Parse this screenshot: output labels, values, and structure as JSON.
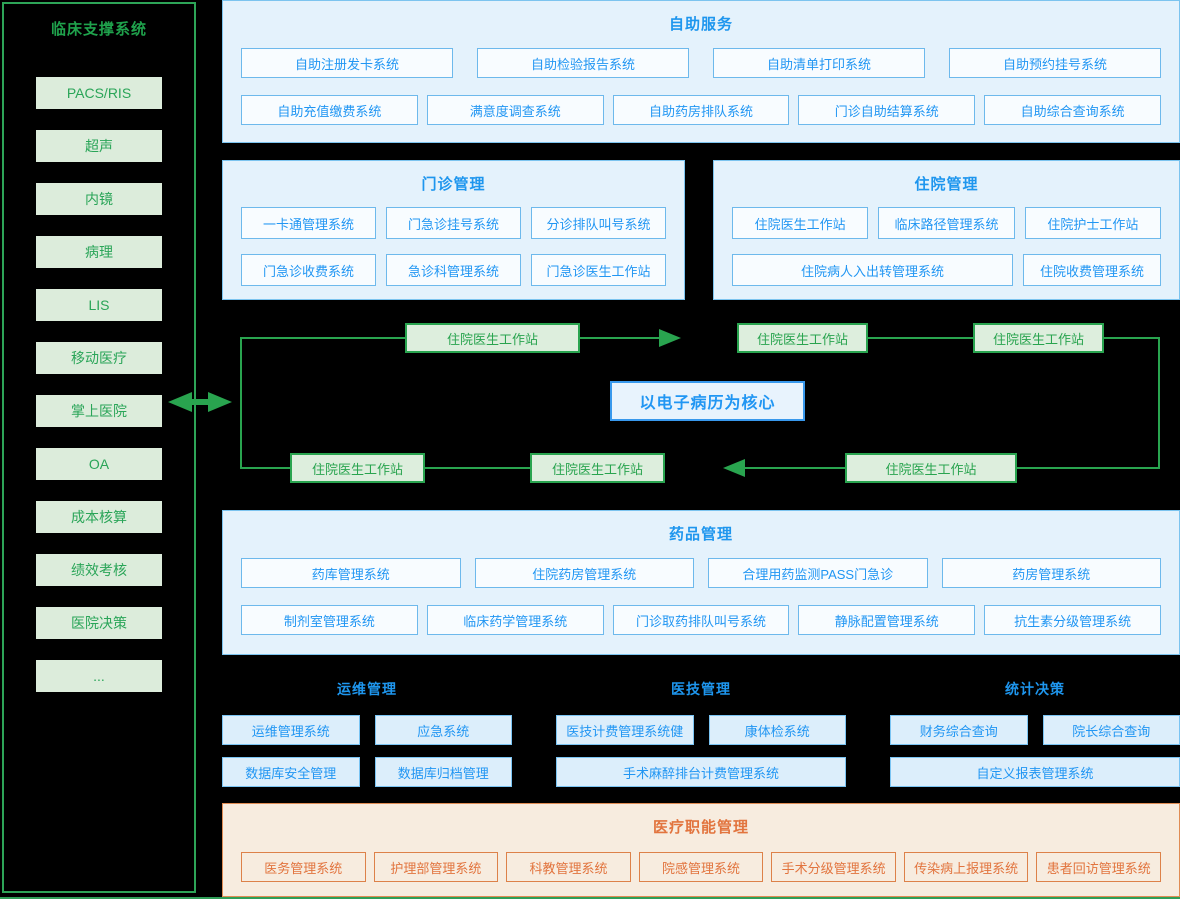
{
  "colors": {
    "background": "#000000",
    "green_accent": "#29a44f",
    "green_fill": "#dcecdb",
    "blue_accent": "#2196f3",
    "blue_section_fill": "#e4f2fc",
    "blue_section_border": "#7cc4ef",
    "blue_box_fill": "#f8fcff",
    "strip_box_fill": "#dceefb",
    "orange_accent": "#e2743e",
    "orange_fill": "#f7ecdf"
  },
  "sidebar": {
    "title": "临床支撑系统",
    "items": [
      "PACS/RIS",
      "超声",
      "内镜",
      "病理",
      "LIS",
      "移动医疗",
      "掌上医院",
      "OA",
      "成本核算",
      "绩效考核",
      "医院决策",
      "..."
    ]
  },
  "sections": {
    "self_service": {
      "title": "自助服务",
      "row1": [
        "自助注册发卡系统",
        "自助检验报告系统",
        "自助清单打印系统",
        "自助预约挂号系统"
      ],
      "row2": [
        "自助充值缴费系统",
        "满意度调查系统",
        "自助药房排队系统",
        "门诊自助结算系统",
        "自助综合查询系统"
      ]
    },
    "outpatient": {
      "title": "门诊管理",
      "row1": [
        "一卡通管理系统",
        "门急诊挂号系统",
        "分诊排队叫号系统"
      ],
      "row2": [
        "门急诊收费系统",
        "急诊科管理系统",
        "门急诊医生工作站"
      ]
    },
    "inpatient": {
      "title": "住院管理",
      "row1": [
        "住院医生工作站",
        "临床路径管理系统",
        "住院护士工作站"
      ],
      "row2": [
        "住院病人入出转管理系统",
        "住院收费管理系统"
      ]
    },
    "pharmacy": {
      "title": "药品管理",
      "row1": [
        "药库管理系统",
        "住院药房管理系统",
        "合理用药监测PASS门急诊",
        "药房管理系统"
      ],
      "row2": [
        "制剂室管理系统",
        "临床药学管理系统",
        "门诊取药排队叫号系统",
        "静脉配置管理系统",
        "抗生素分级管理系统"
      ]
    },
    "ops": {
      "title": "运维管理",
      "row1": [
        "运维管理系统",
        "应急系统"
      ],
      "row2": [
        "数据库安全管理",
        "数据库归档管理"
      ]
    },
    "medtech": {
      "title": "医技管理",
      "row1": [
        "医技计费管理系统健",
        "康体检系统"
      ],
      "row2": [
        "手术麻醉排台计费管理系统"
      ]
    },
    "stats": {
      "title": "统计决策",
      "row1": [
        "财务综合查询",
        "院长综合查询"
      ],
      "row2": [
        "自定义报表管理系统"
      ]
    },
    "medical_admin": {
      "title": "医疗职能管理",
      "items": [
        "医务管理系统",
        "护理部管理系统",
        "科教管理系统",
        "院感管理系统",
        "手术分级管理系统",
        "传染病上报理系统",
        "患者回访管理系统"
      ]
    }
  },
  "flow": {
    "center_label": "以电子病历为核心",
    "node_label": "住院医生工作站"
  }
}
